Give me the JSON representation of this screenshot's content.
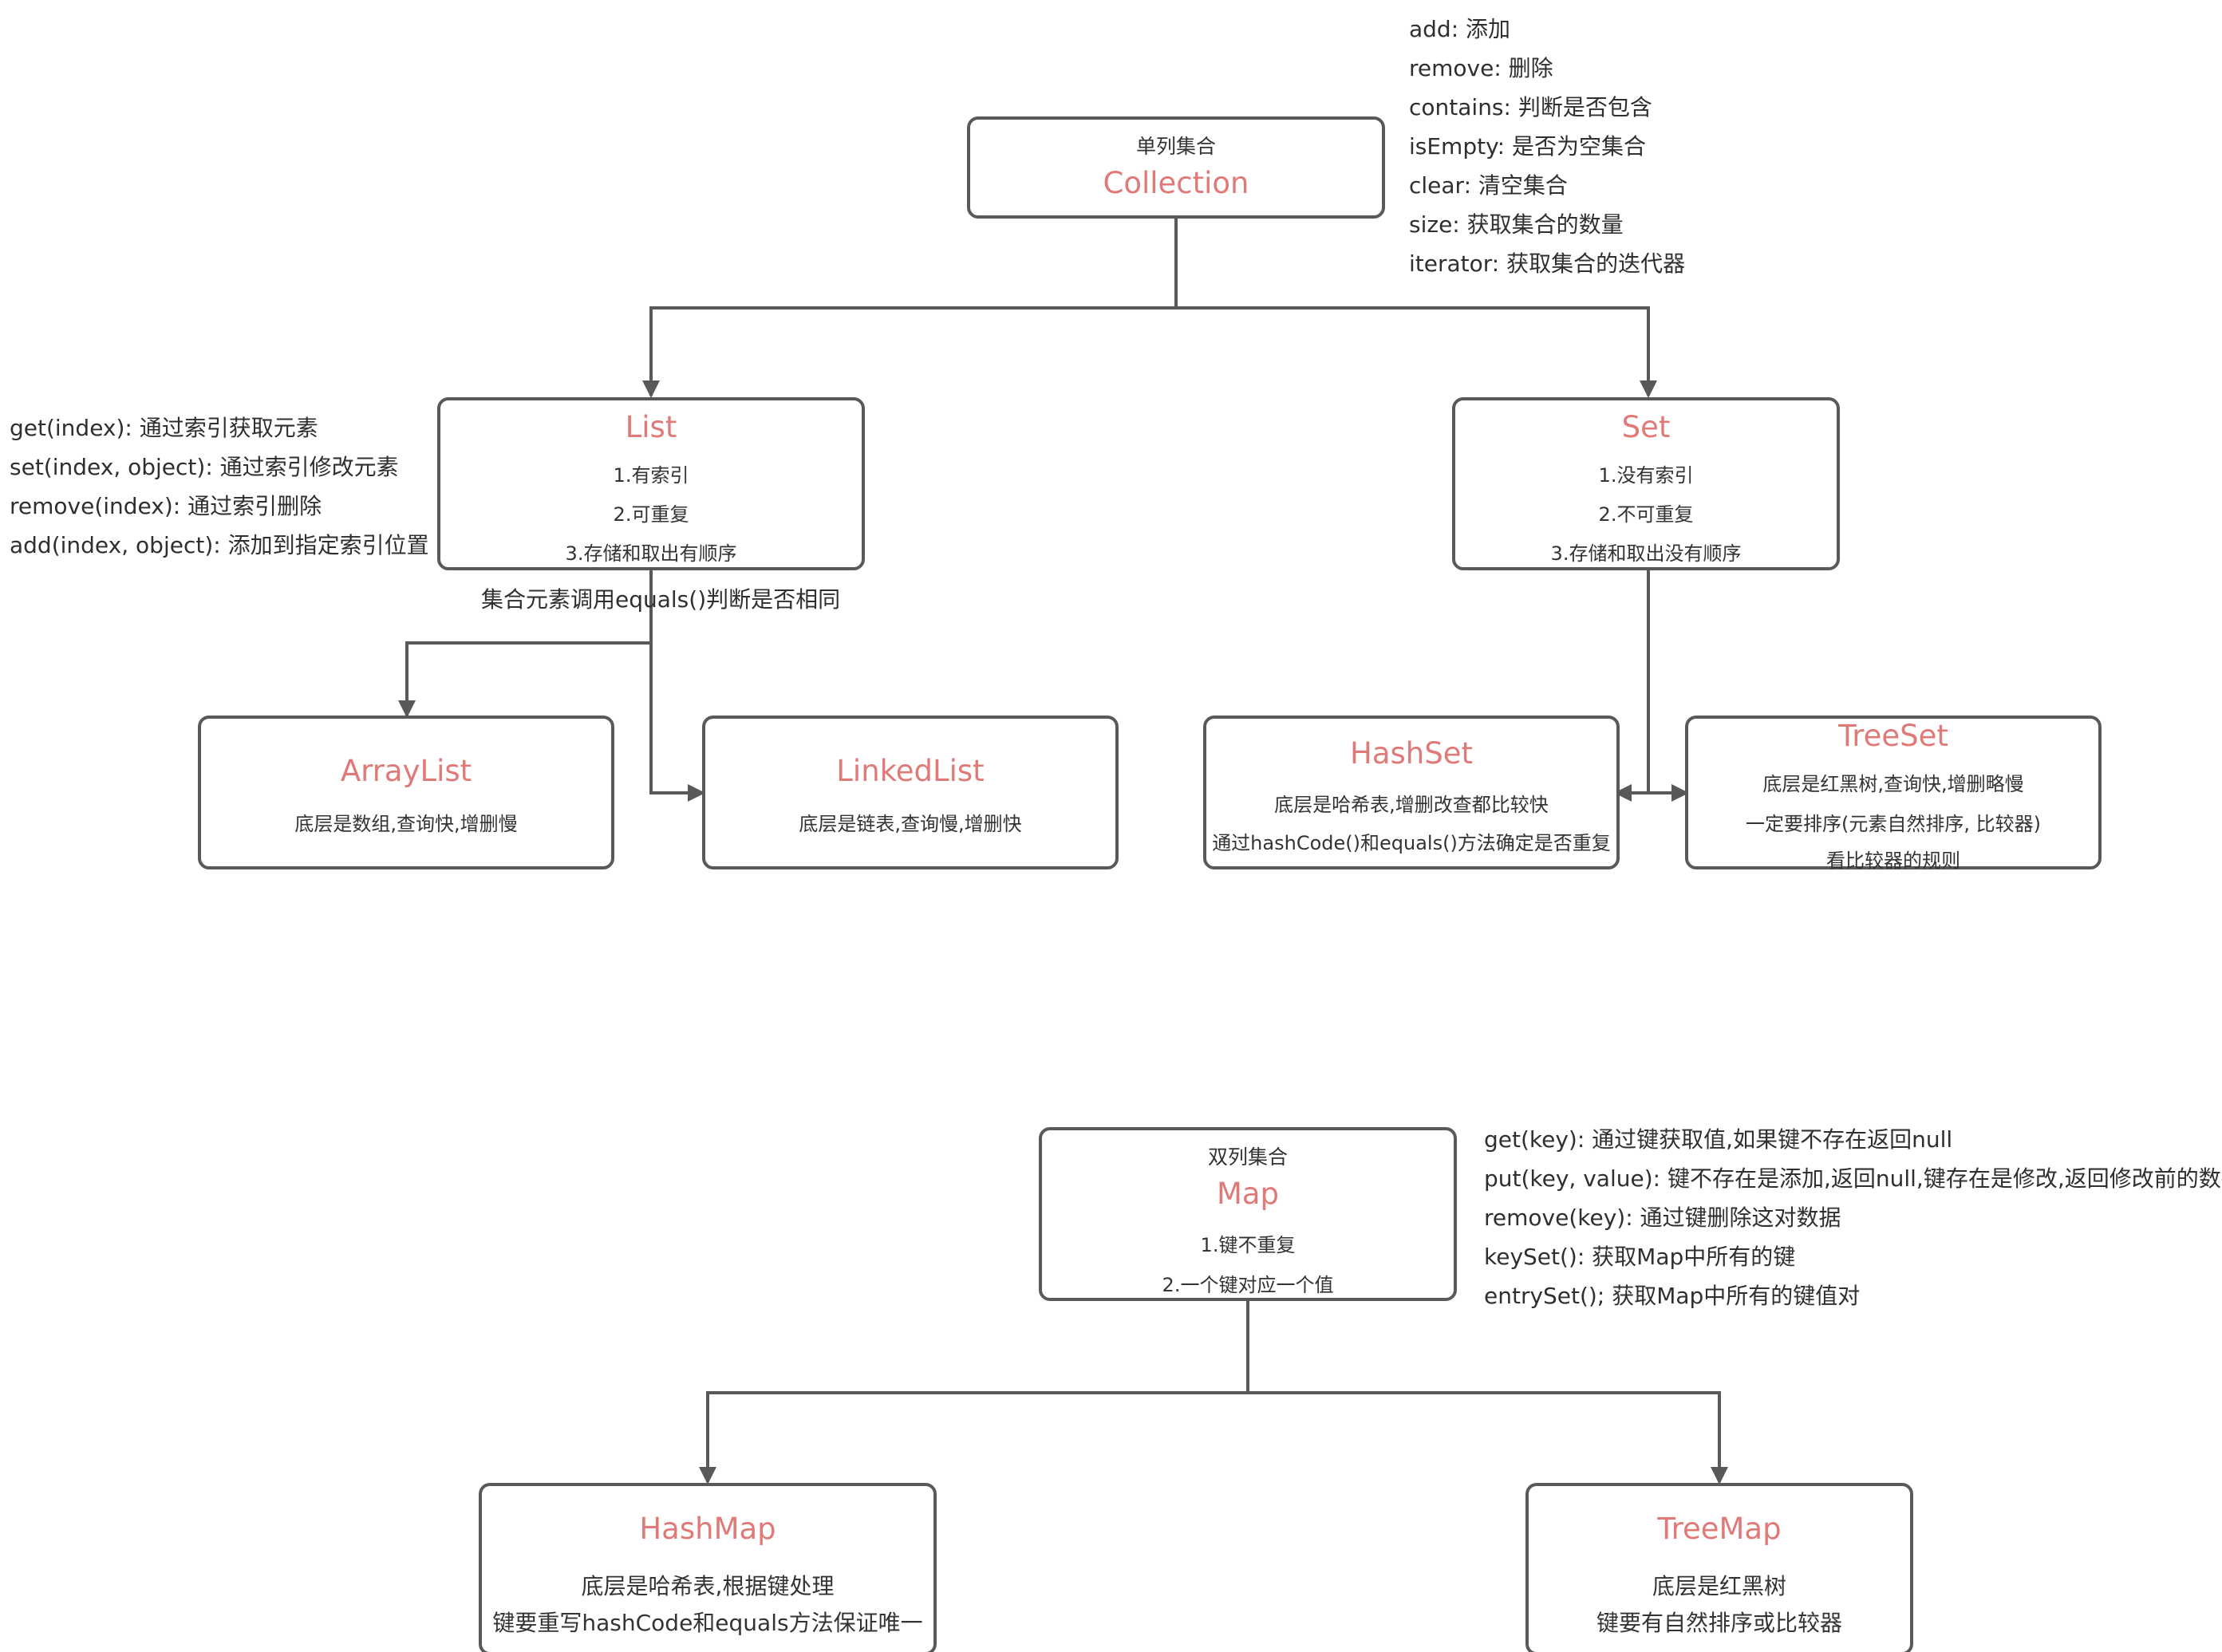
{
  "collection": {
    "sub": "单列集合",
    "title": "Collection",
    "methods": [
      "add: 添加",
      "remove: 删除",
      "contains: 判断是否包含",
      "isEmpty: 是否为空集合",
      "clear: 清空集合",
      "size: 获取集合的数量",
      "iterator: 获取集合的迭代器"
    ]
  },
  "list": {
    "title": "List",
    "props": [
      "1.有索引",
      "2.可重复",
      "3.存储和取出有顺序"
    ],
    "methods": [
      "get(index): 通过索引获取元素",
      "set(index, object): 通过索引修改元素",
      "remove(index): 通过索引删除",
      "add(index, object): 添加到指定索引位置"
    ],
    "equals_note": "集合元素调用equals()判断是否相同"
  },
  "set": {
    "title": "Set",
    "props": [
      "1.没有索引",
      "2.不可重复",
      "3.存储和取出没有顺序"
    ]
  },
  "arraylist": {
    "title": "ArrayList",
    "desc": "底层是数组,查询快,增删慢"
  },
  "linkedlist": {
    "title": "LinkedList",
    "desc": "底层是链表,查询慢,增删快"
  },
  "hashset": {
    "title": "HashSet",
    "desc": [
      "底层是哈希表,增删改查都比较快",
      "通过hashCode()和equals()方法确定是否重复"
    ]
  },
  "treeset": {
    "title": "TreeSet",
    "desc": [
      "底层是红黑树,查询快,增删略慢",
      "一定要排序(元素自然排序, 比较器)",
      "看比较器的规则"
    ]
  },
  "map": {
    "sub": "双列集合",
    "title": "Map",
    "props": [
      "1.键不重复",
      "2.一个键对应一个值"
    ],
    "methods": [
      "get(key): 通过键获取值,如果键不存在返回null",
      "put(key, value): 键不存在是添加,返回null,键存在是修改,返回修改前的数据",
      "remove(key): 通过键删除这对数据",
      "keySet(): 获取Map中所有的键",
      "entrySet(); 获取Map中所有的键值对"
    ]
  },
  "hashmap": {
    "title": "HashMap",
    "desc": [
      "底层是哈希表,根据键处理",
      "键要重写hashCode和equals方法保证唯一"
    ]
  },
  "treemap": {
    "title": "TreeMap",
    "desc": [
      "底层是红黑树",
      "键要有自然排序或比较器"
    ]
  }
}
